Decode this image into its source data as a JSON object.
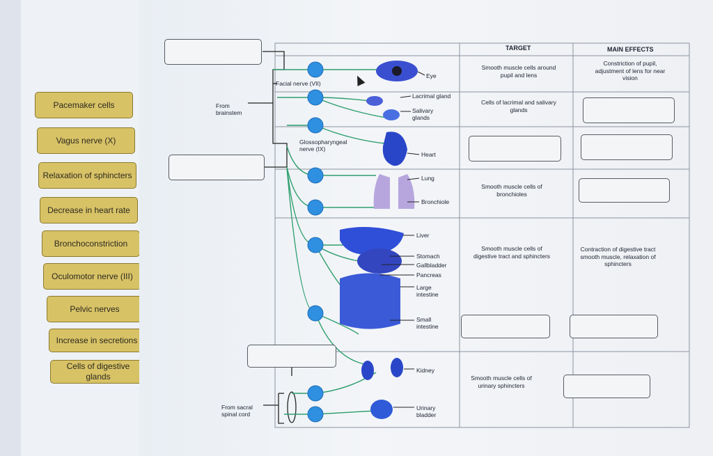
{
  "labels": [
    "Pacemaker cells",
    "Vagus nerve (X)",
    "Relaxation of sphincters",
    "Decrease in heart rate",
    "Bronchoconstriction",
    "Oculomotor nerve (III)",
    "Pelvic nerves",
    "Increase in secretions",
    "Cells of digestive glands"
  ],
  "table": {
    "headers": {
      "target": "TARGET",
      "main_effects": "MAIN EFFECTS"
    },
    "rows": [
      {
        "target": "Smooth muscle cells around pupil and lens",
        "effect": "Constriction of pupil, adjustment of lens for near vision"
      },
      {
        "target": "Cells of lacrimal and salivary glands",
        "effect": ""
      },
      {
        "target": "",
        "effect": ""
      },
      {
        "target": "Smooth muscle cells of bronchioles",
        "effect": ""
      },
      {
        "target": "Smooth muscle cells of digestive tract and sphincters",
        "effect": "Contraction of digestive tract smooth muscle, relaxation of sphincters"
      },
      {
        "target": "",
        "effect": ""
      },
      {
        "target": "Smooth muscle cells of urinary sphincters",
        "effect": ""
      }
    ]
  },
  "diagram": {
    "facial_nerve": "Facial nerve (VII)",
    "from_brainstem": "From brainstem",
    "glossopharyngeal": "Glossopharyngeal nerve (IX)",
    "from_sacral": "From sacral spinal cord",
    "organs": {
      "eye": "Eye",
      "lacrimal": "Lacrimal gland",
      "salivary": "Salivary glands",
      "heart": "Heart",
      "lung": "Lung",
      "bronchiole": "Bronchiole",
      "liver": "Liver",
      "stomach": "Stomach",
      "gallbladder": "Gallbladder",
      "pancreas": "Pancreas",
      "large_intestine": "Large intestine",
      "small_intestine": "Small intestine",
      "kidney": "Kidney",
      "urinary_bladder": "Urinary bladder"
    }
  },
  "colors": {
    "label_fill": "#d8c266",
    "nerve": "#2e9e6e",
    "ganglion": "#2f8fe0",
    "organ": "#2a46c8"
  }
}
